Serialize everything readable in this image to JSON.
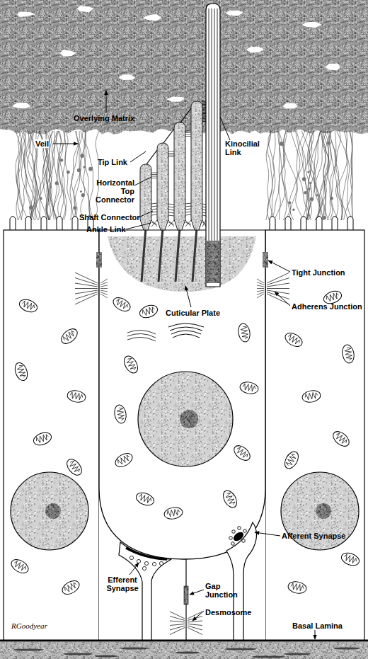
{
  "diagram": {
    "labels": [
      "Overlying Matrix",
      "Veil",
      "Tip Link",
      "Horizontal Top Connector",
      "Shaft Connector",
      "Ankle Link",
      "Kinocilial Link",
      "Tight Junction",
      "Adherens Junction",
      "Cuticular Plate",
      "Afferent Synapse",
      "Efferent Synapse",
      "Gap Junction",
      "Desmosome",
      "Basal Lamina",
      "RGoodyear"
    ]
  }
}
